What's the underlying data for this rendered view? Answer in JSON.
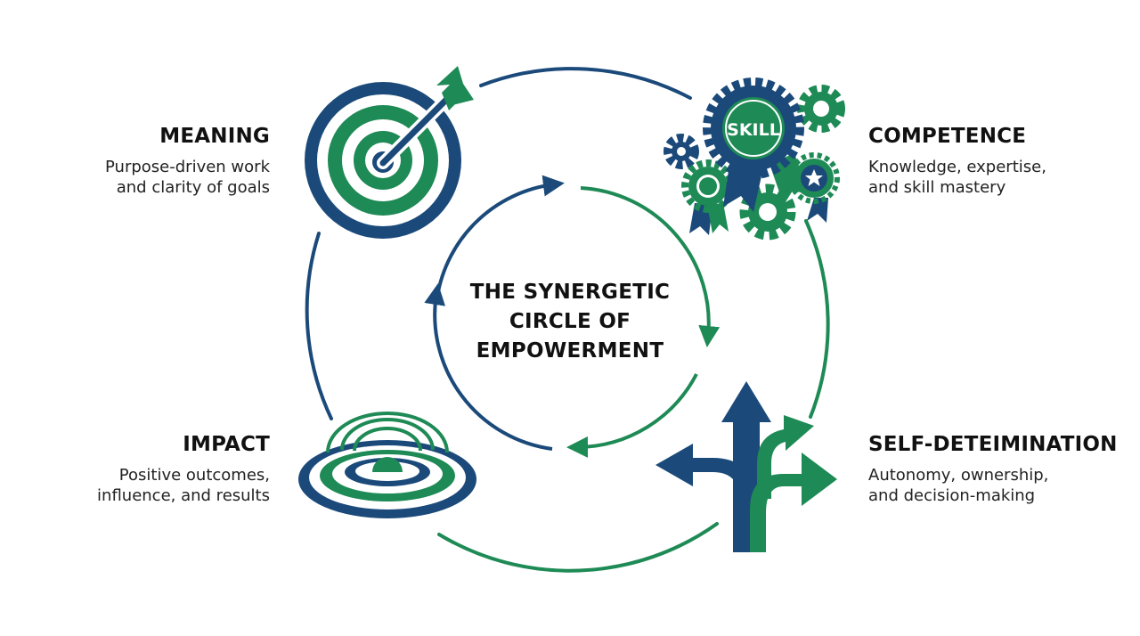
{
  "center_title": [
    "THE SYNERGETIC",
    "CIRCLE OF",
    "EMPOWERMENT"
  ],
  "sections": {
    "meaning": {
      "title": "MEANING",
      "lines": [
        "Purpose-driven work",
        "and clarity of goals"
      ],
      "icon": "target-arrow-icon"
    },
    "competence": {
      "title": "COMPETENCE",
      "lines": [
        "Knowledge, expertise,",
        "and skill mastery"
      ],
      "icon": "skill-badge-gears-icon",
      "badge_text": "SKILL"
    },
    "impact": {
      "title": "IMPACT",
      "lines": [
        "Positive outcomes,",
        "influence, and results"
      ],
      "icon": "ripple-impact-icon"
    },
    "self_determination": {
      "title": "SELF-DETEIMINATION",
      "lines": [
        "Autonomy, ownership,",
        "and decision-making"
      ],
      "icon": "branching-arrows-icon"
    }
  },
  "colors": {
    "navy": "#1b4a7a",
    "green": "#1e8a55",
    "text": "#111111"
  }
}
